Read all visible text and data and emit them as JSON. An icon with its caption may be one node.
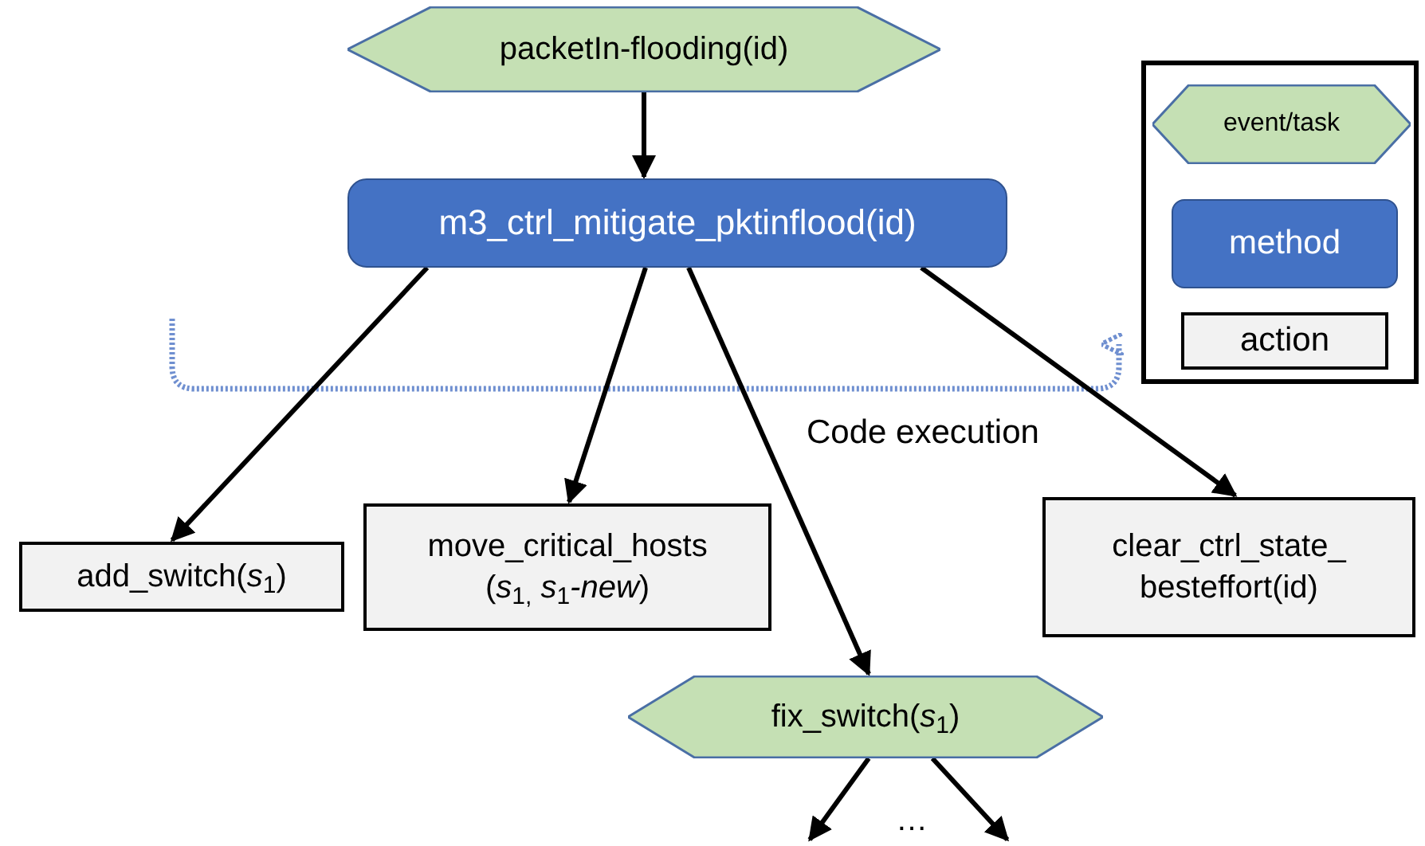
{
  "diagram": {
    "nodes": [
      {
        "text": [
          "packetIn-flooding(id)"
        ]
      },
      {
        "text": [
          "m3_ctrl_mitigate_pktinflood(id)"
        ]
      },
      {
        "text": [
          "add_switch(*s*$_{1}$)"
        ]
      },
      {
        "text": [
          "move_critical_hosts (*s*$_{1,}$ *s*$_{1}$*-new*)"
        ]
      },
      {
        "text": [
          "clear_ctrl_state_ besteffort(id)"
        ]
      },
      {
        "text": [
          "fix_switch(*s*$_{1}$)"
        ]
      }
    ],
    "edges": [
      {
        "from": 0,
        "to": 1,
        "arrow": "to"
      },
      {
        "from": 1,
        "to": 2,
        "arrow": "to"
      },
      {
        "from": 1,
        "to": 3,
        "arrow": "to"
      },
      {
        "from": 1,
        "to": 5,
        "arrow": "to"
      },
      {
        "from": 1,
        "to": 4,
        "arrow": "to"
      },
      {
        "from": 5,
        "to": null,
        "arrow": "to"
      },
      {
        "from": 5,
        "to": null,
        "arrow": "to"
      }
    ],
    "labels": [
      "Code execution",
      "…"
    ],
    "legend": [
      {
        "text": "event/task"
      },
      {
        "text": "method"
      },
      {
        "text": "action"
      }
    ]
  }
}
